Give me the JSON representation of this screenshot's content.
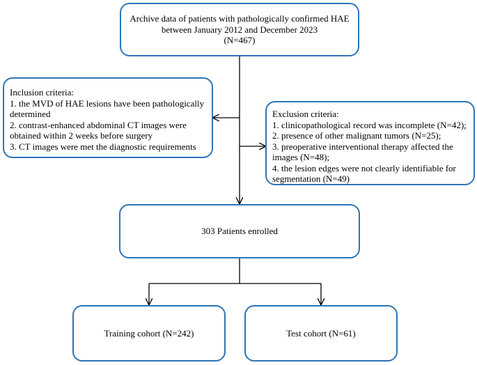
{
  "archive": {
    "lines": [
      "Archive data of patients with pathologically confirmed HAE",
      "between January 2012 and December 2023",
      "(N=467)"
    ]
  },
  "inclusion": {
    "lines": [
      "Inclusion criteria:",
      "1. the MVD of HAE lesions have been pathologically",
      "determined",
      "2. contrast-enhanced abdominal CT images were",
      "obtained within 2 weeks before surgery",
      "3. CT images were met the diagnostic requirements"
    ]
  },
  "exclusion": {
    "lines": [
      "Exclusion criteria:",
      "1. clinicopathological record was incomplete (N=42);",
      "2. presence of other malignant tumors (N=25);",
      "3. preoperative interventional therapy affected the",
      "images (N=48);",
      "4.  the lesion edges were not clearly identifiable for",
      "segmentation (N=49)"
    ]
  },
  "enrolled": {
    "label": "303 Patients enrolled"
  },
  "training": {
    "label": "Training cohort (N=242)"
  },
  "test": {
    "label": "Test cohort (N=61)"
  }
}
